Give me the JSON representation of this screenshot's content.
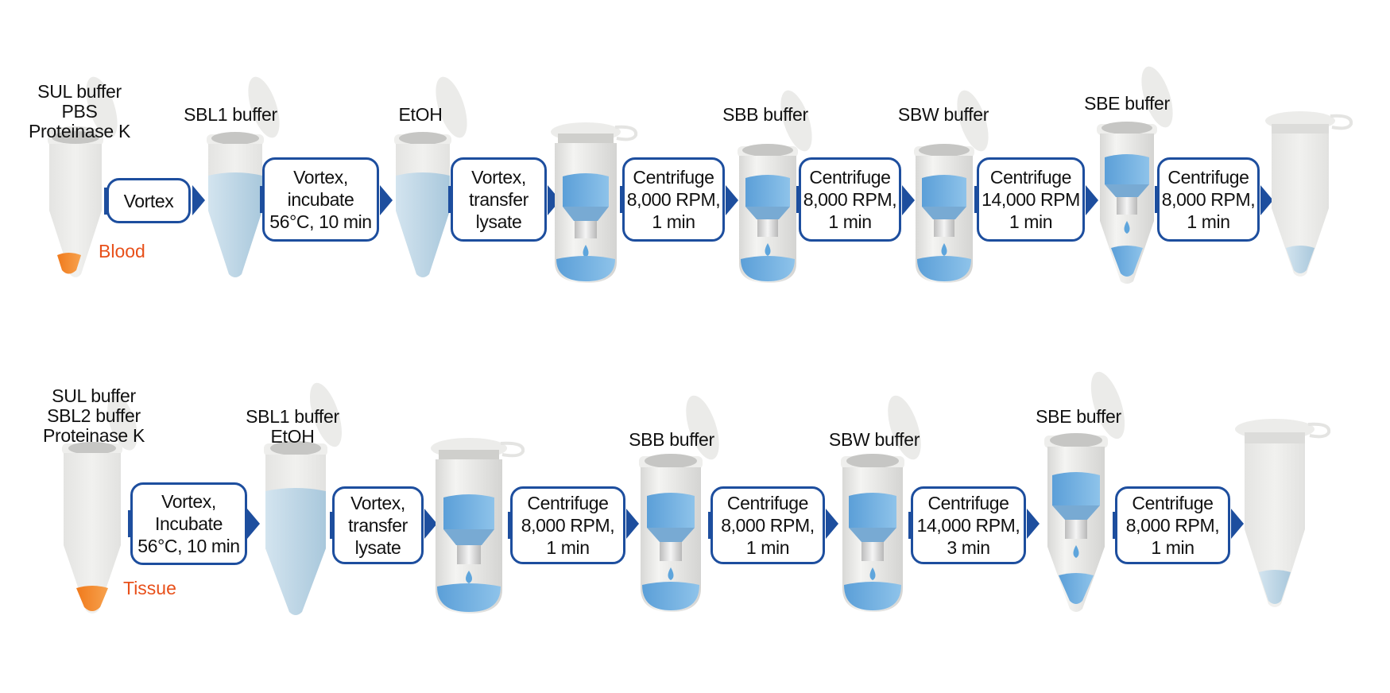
{
  "colors": {
    "step_border": "#1d4e9e",
    "sample_text": "#e8501a",
    "liquid_blue": "#5ea5dc",
    "buffer_light": "#bcd6e6",
    "tube_gray": "#ececea",
    "sample_orange": "#f08a2a"
  },
  "blood": {
    "sample_label": "Blood",
    "reagents": [
      "SUL buffer\nPBS\nProteinase K",
      "SBL1 buffer",
      "EtOH",
      "SBB buffer",
      "SBW buffer",
      "SBE buffer"
    ],
    "steps": [
      "Vortex",
      "Vortex,\nincubate\n56°C, 10 min",
      "Vortex,\ntransfer\nlysate",
      "Centrifuge\n8,000 RPM,\n1 min",
      "Centrifuge\n8,000 RPM,\n1 min",
      "Centrifuge\n14,000 RPM\n1 min",
      "Centrifuge\n8,000 RPM,\n1 min"
    ],
    "vessels": [
      "open-tube-sample",
      "open-tube-buffer",
      "open-tube-buffer",
      "capped-spin-column",
      "open-spin-column",
      "open-spin-column",
      "open-spin-column-conical",
      "capped-tube-eluate"
    ]
  },
  "tissue": {
    "sample_label": "Tissue",
    "reagents": [
      "SUL buffer\nSBL2 buffer\nProteinase K",
      "SBL1 buffer\nEtOH",
      "SBB buffer",
      "SBW buffer",
      "SBE buffer"
    ],
    "steps": [
      "Vortex,\nIncubate\n56°C, 10 min",
      "Vortex,\ntransfer\nlysate",
      "Centrifuge\n8,000 RPM,\n1 min",
      "Centrifuge\n8,000 RPM,\n1 min",
      "Centrifuge\n14,000 RPM,\n3 min",
      "Centrifuge\n8,000 RPM,\n1 min"
    ],
    "vessels": [
      "open-tube-sample",
      "open-tube-buffer",
      "capped-spin-column",
      "open-spin-column",
      "open-spin-column",
      "open-spin-column-conical",
      "capped-tube-eluate"
    ]
  }
}
